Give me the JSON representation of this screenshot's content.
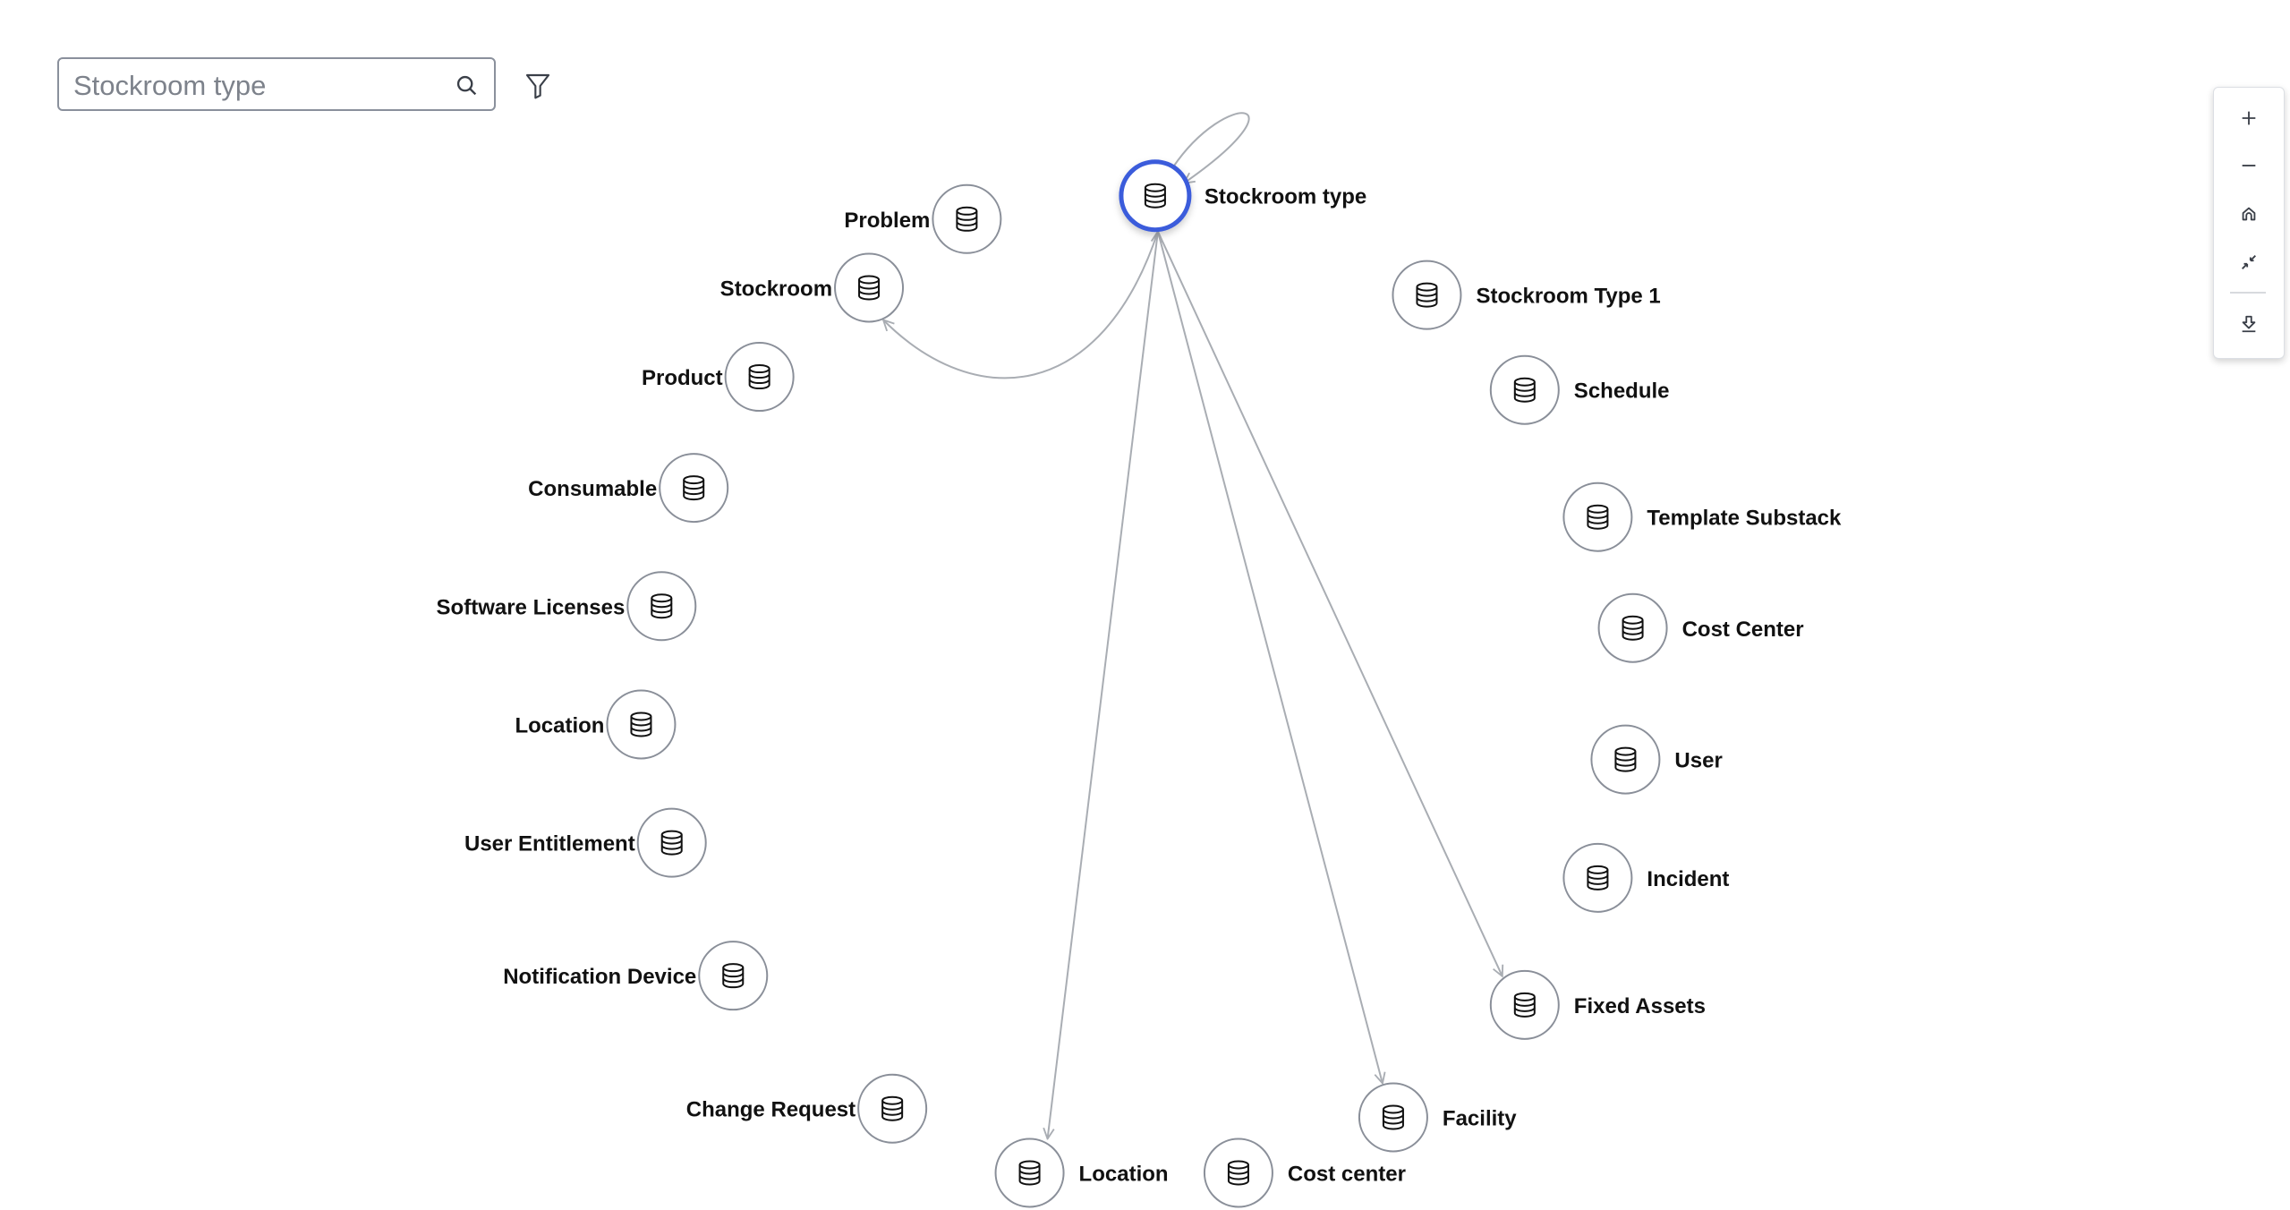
{
  "search": {
    "placeholder": "Stockroom type",
    "value": ""
  },
  "toolbar": {
    "filter_icon": "filter-icon",
    "search_icon": "search-icon"
  },
  "zoom_controls": [
    {
      "name": "zoom-in-button",
      "icon": "plus-icon"
    },
    {
      "name": "zoom-out-button",
      "icon": "minus-icon"
    },
    {
      "name": "home-button",
      "icon": "home-icon"
    },
    {
      "name": "collapse-button",
      "icon": "collapse-arrows-icon"
    },
    {
      "name": "download-button",
      "icon": "download-icon"
    }
  ],
  "colors": {
    "selected_node": "#3b5bdb",
    "node_border": "#8a8f99",
    "edge": "#a9adb3"
  },
  "graph": {
    "center": {
      "label": "Stockroom type",
      "selected": true
    },
    "nodes": [
      {
        "label": "Problem"
      },
      {
        "label": "Stockroom"
      },
      {
        "label": "Product"
      },
      {
        "label": "Consumable"
      },
      {
        "label": "Software Licenses"
      },
      {
        "label": "Location"
      },
      {
        "label": "User Entitlement"
      },
      {
        "label": "Notification Device"
      },
      {
        "label": "Change Request"
      },
      {
        "label": "Location"
      },
      {
        "label": "Cost center"
      },
      {
        "label": "Facility"
      },
      {
        "label": "Fixed Assets"
      },
      {
        "label": "Incident"
      },
      {
        "label": "User"
      },
      {
        "label": "Cost Center"
      },
      {
        "label": "Template Substack"
      },
      {
        "label": "Schedule"
      },
      {
        "label": "Stockroom Type 1"
      }
    ],
    "edges": [
      {
        "from": "Stockroom type",
        "to": "Stockroom type"
      },
      {
        "from": "Stockroom type",
        "to": "Stockroom"
      },
      {
        "from": "Stockroom type",
        "to": "Location"
      },
      {
        "from": "Stockroom type",
        "to": "Facility"
      },
      {
        "from": "Stockroom type",
        "to": "Fixed Assets"
      }
    ]
  }
}
